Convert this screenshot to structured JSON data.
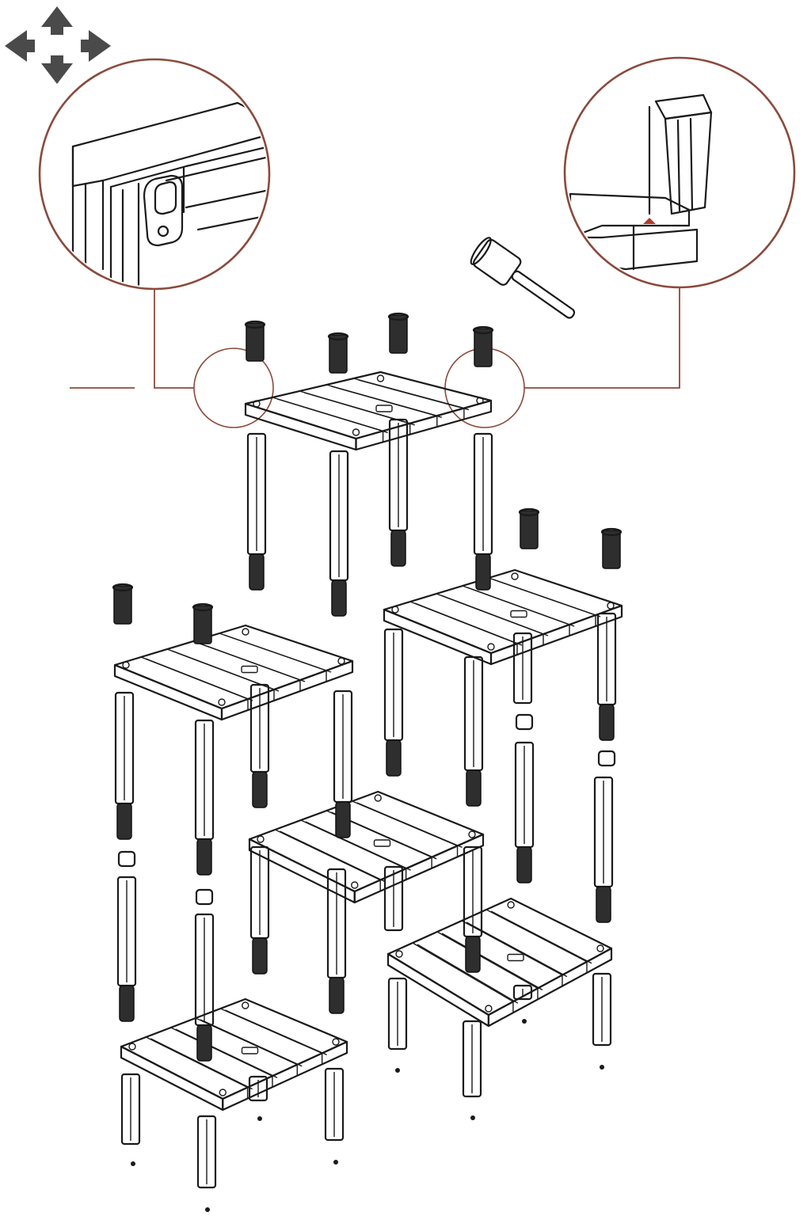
{
  "figure": {
    "kind": "exploded assembly diagram",
    "shelf_units": 5,
    "detail_views": 2,
    "colors": {
      "line": "#1a1a1a",
      "leader": "#8a4a3c",
      "plug": "#2e2e2e",
      "background": "#ffffff",
      "nav": "#4a4a4a"
    },
    "icons": [
      "move-arrows-icon",
      "mallet-icon"
    ]
  }
}
